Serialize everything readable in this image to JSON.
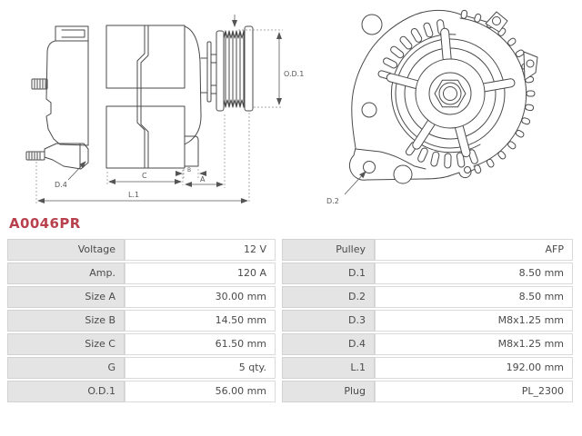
{
  "title": {
    "part_number": "A0046PR"
  },
  "colors": {
    "accent_red": "#b8414d",
    "drawing_line": "#4a4a4a",
    "label_cell_bg": "#e4e4e4"
  },
  "diagram": {
    "side_view_labels": {
      "od1": "O.D.1",
      "d4": "D.4",
      "c": "C",
      "b": "B",
      "a": "A",
      "l1": "L.1"
    },
    "front_view_labels": {
      "d2": "D.2"
    }
  },
  "spec_table": {
    "left_rows": [
      {
        "label": "Voltage",
        "value": "12 V"
      },
      {
        "label": "Amp.",
        "value": "120 A"
      },
      {
        "label": "Size A",
        "value": "30.00 mm"
      },
      {
        "label": "Size B",
        "value": "14.50 mm"
      },
      {
        "label": "Size C",
        "value": "61.50 mm"
      },
      {
        "label": "G",
        "value": "5 qty."
      },
      {
        "label": "O.D.1",
        "value": "56.00 mm"
      }
    ],
    "right_rows": [
      {
        "label": "Pulley",
        "value": "AFP"
      },
      {
        "label": "D.1",
        "value": "8.50 mm"
      },
      {
        "label": "D.2",
        "value": "8.50 mm"
      },
      {
        "label": "D.3",
        "value": "M8x1.25 mm"
      },
      {
        "label": "D.4",
        "value": "M8x1.25 mm"
      },
      {
        "label": "L.1",
        "value": "192.00 mm"
      },
      {
        "label": "Plug",
        "value": "PL_2300"
      }
    ]
  }
}
